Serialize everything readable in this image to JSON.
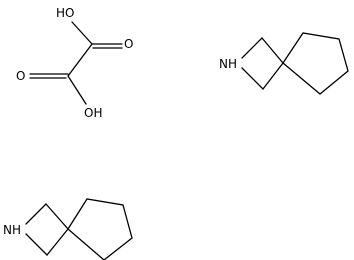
{
  "diagram": {
    "type": "chemical-structure",
    "labels": {
      "oxalic_oh_top": "HO",
      "oxalic_o_top": "O",
      "oxalic_o_bottom": "O",
      "oxalic_oh_bottom": "OH",
      "spiro_top_nh": "NH",
      "spiro_bottom_nh": "NH"
    },
    "colors": {
      "ink": "#000000",
      "background": "#ffffff"
    }
  }
}
